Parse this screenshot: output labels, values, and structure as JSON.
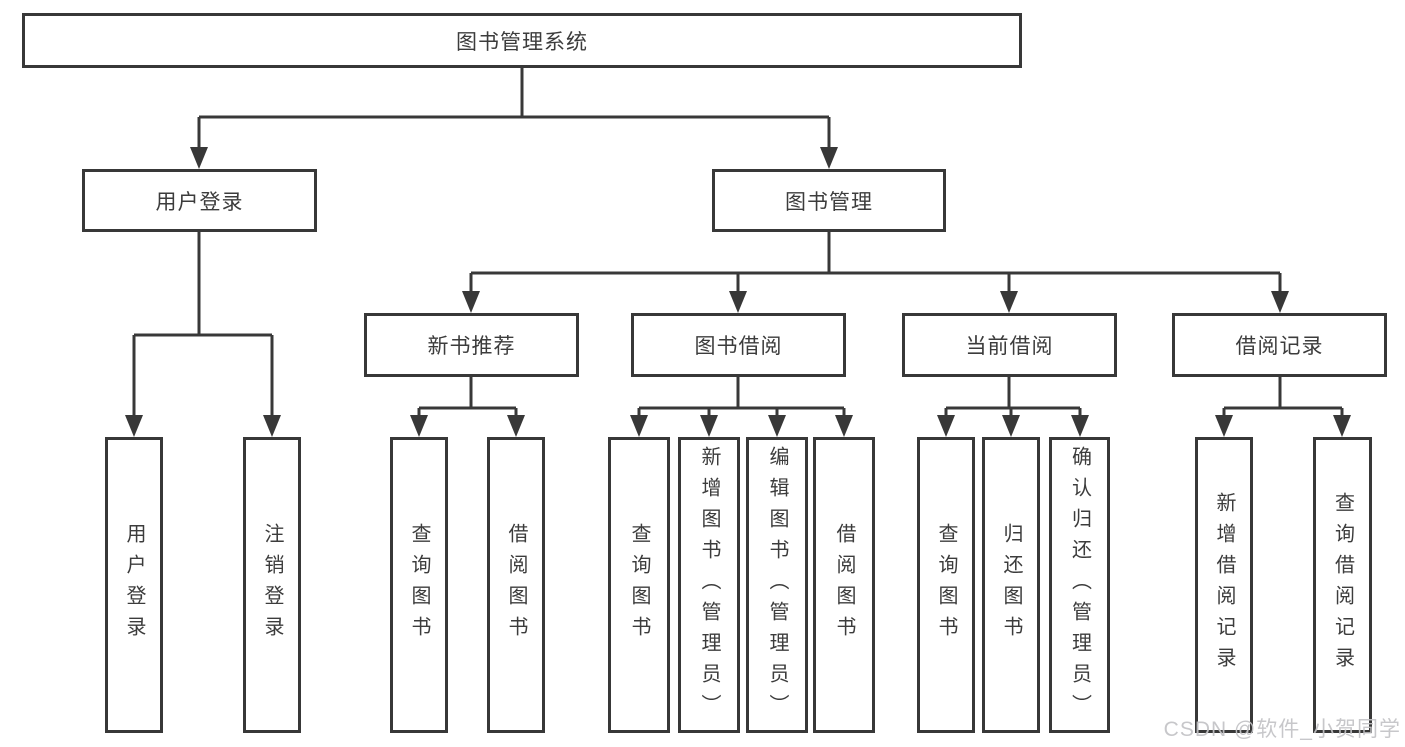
{
  "tree": {
    "root": "图书管理系统",
    "branches": [
      {
        "label": "用户登录",
        "children": [
          "用户登录",
          "注销登录"
        ]
      },
      {
        "label": "图书管理",
        "groups": [
          {
            "label": "新书推荐",
            "children": [
              "查询图书",
              "借阅图书"
            ]
          },
          {
            "label": "图书借阅",
            "children": [
              "查询图书",
              "新增图书（管理员）",
              "编辑图书（管理员）",
              "借阅图书"
            ]
          },
          {
            "label": "当前借阅",
            "children": [
              "查询图书",
              "归还图书",
              "确认归还（管理员）"
            ]
          },
          {
            "label": "借阅记录",
            "children": [
              "新增借阅记录",
              "查询借阅记录"
            ]
          }
        ]
      }
    ]
  },
  "watermark": {
    "text": "CSDN @软件_小贺同学"
  },
  "colors": {
    "line": "#383838",
    "box_border": "#383838",
    "box_fill": "#ffffff",
    "text": "#3c3c3c",
    "watermark": "#c3c3c6",
    "background": "#ffffff"
  }
}
